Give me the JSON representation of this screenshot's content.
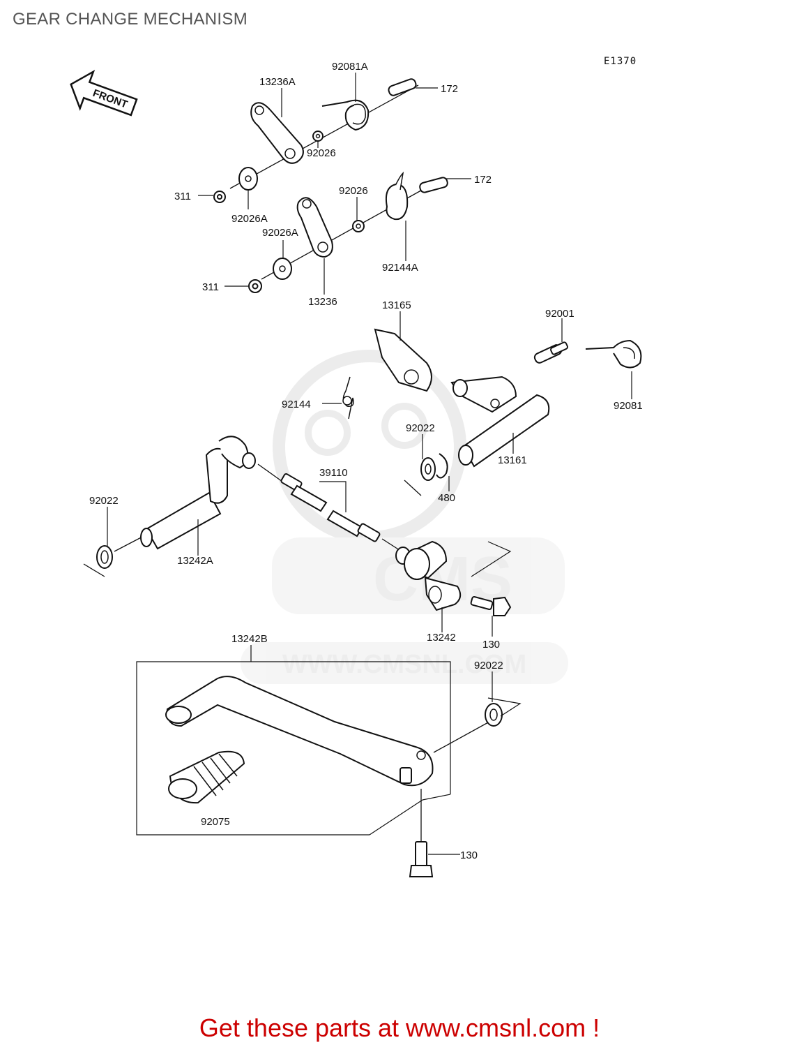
{
  "page": {
    "title": "GEAR CHANGE MECHANISM",
    "diagram_ref": "E1370",
    "front_label": "FRONT",
    "watermark_text": "WWW.CMSNL.COM",
    "watermark_brand": "CMS",
    "promo_text": "Get these parts at www.cmsnl.com !"
  },
  "parts": {
    "p13236A": "13236A",
    "p92081A": "92081A",
    "p172_top": "172",
    "p92026_top": "92026",
    "p311_top": "311",
    "p92026A_top": "92026A",
    "p92026_mid": "92026",
    "p172_mid": "172",
    "p92026A_mid": "92026A",
    "p92144A": "92144A",
    "p311_mid": "311",
    "p13236": "13236",
    "p13165": "13165",
    "p92001": "92001",
    "p92081": "92081",
    "p92144": "92144",
    "p92022_shaft": "92022",
    "p13161": "13161",
    "p39110": "39110",
    "p480": "480",
    "p92022_left": "92022",
    "p13242A": "13242A",
    "p13242": "13242",
    "p130_right": "130",
    "p13242B": "13242B",
    "p92022_right": "92022",
    "p92075": "92075",
    "p130_bottom": "130"
  },
  "colors": {
    "title": "#555555",
    "line": "#111111",
    "promo": "#cc0000",
    "watermark": "#e6e6e6"
  }
}
